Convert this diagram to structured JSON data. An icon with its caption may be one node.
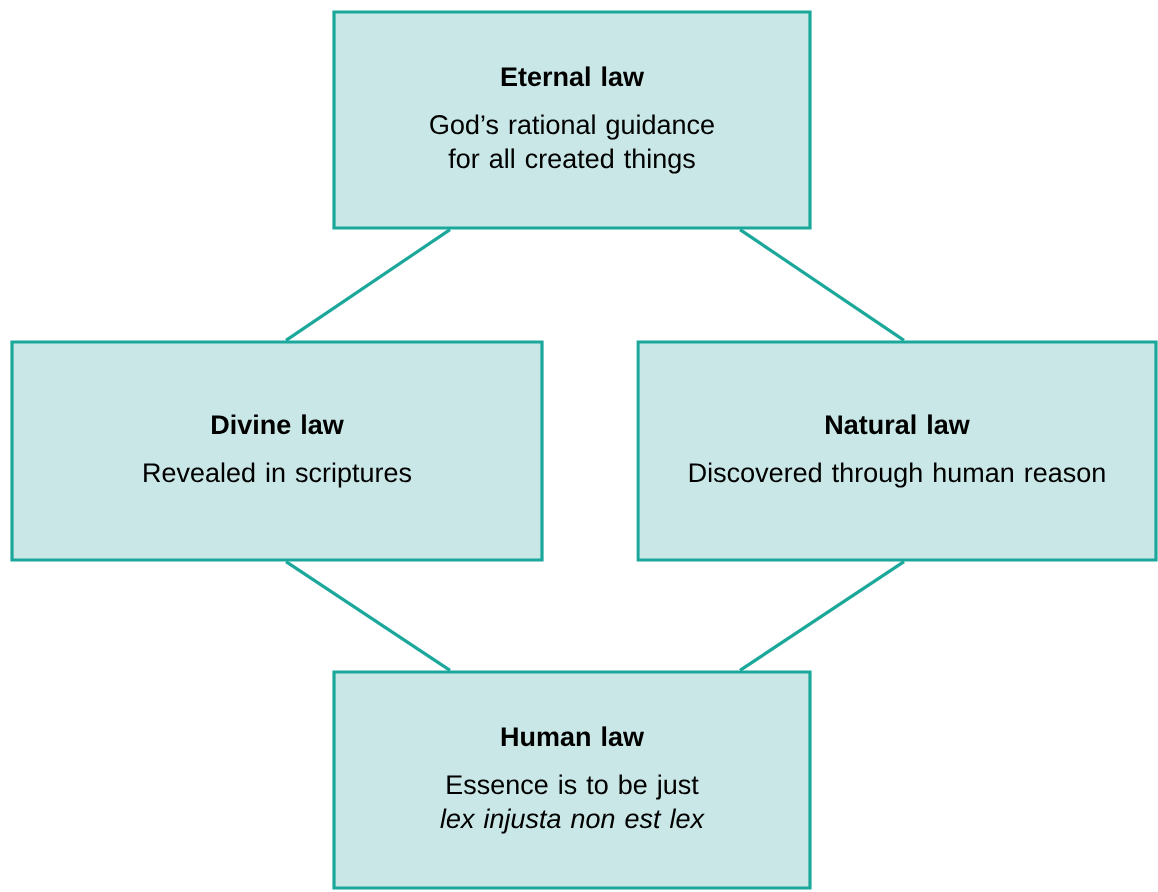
{
  "diagram": {
    "nodes": [
      {
        "text": [
          "Eternal law",
          "God’s rational guidance for all created things"
        ]
      },
      {
        "text": [
          "Divine law",
          "Revealed in scriptures"
        ]
      },
      {
        "text": [
          "Natural law",
          "Discovered through human reason"
        ]
      },
      {
        "text": [
          "Human law",
          "Essence is to be just",
          "lex injusta non est lex"
        ]
      }
    ],
    "edges": [
      {
        "from": 0,
        "to": 1,
        "arrow": "none"
      },
      {
        "from": 0,
        "to": 2,
        "arrow": "none"
      },
      {
        "from": 1,
        "to": 3,
        "arrow": "none"
      },
      {
        "from": 2,
        "to": 3,
        "arrow": "none"
      }
    ]
  }
}
